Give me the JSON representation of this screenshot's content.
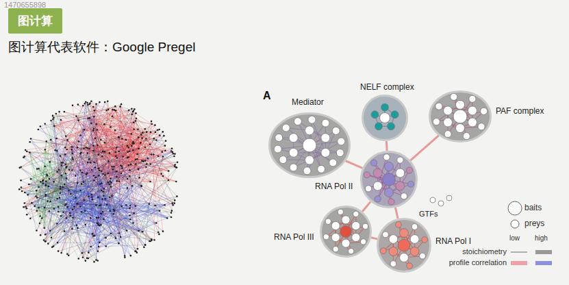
{
  "diagram": {
    "title": "图计算代表软件：Google Pregel",
    "nodes": [
      {
        "text": [
          "图计算"
        ]
      },
      {
        "text": [
          "Mediator"
        ]
      },
      {
        "text": [
          "NELF complex"
        ]
      },
      {
        "text": [
          "PAF complex"
        ]
      },
      {
        "text": [
          "RNA Pol II"
        ]
      },
      {
        "text": [
          "RNA Pol III"
        ]
      },
      {
        "text": [
          "RNA Pol I"
        ]
      }
    ],
    "edges": [
      {
        "from": 1,
        "to": 4,
        "arrow": "none"
      },
      {
        "from": 2,
        "to": 4,
        "arrow": "none"
      },
      {
        "from": 3,
        "to": 4,
        "arrow": "none"
      },
      {
        "from": 4,
        "to": 5,
        "arrow": "none"
      },
      {
        "from": 4,
        "to": 6,
        "arrow": "none"
      },
      {
        "from": 5,
        "to": 6,
        "arrow": "none"
      }
    ],
    "labels": [
      "1470655898",
      "A",
      "GTFs",
      "low",
      "high"
    ],
    "legend": [
      {
        "text": "baits"
      },
      {
        "text": "preys"
      },
      {
        "text": "stoichiometry"
      },
      {
        "text": "profile correlation"
      }
    ]
  }
}
